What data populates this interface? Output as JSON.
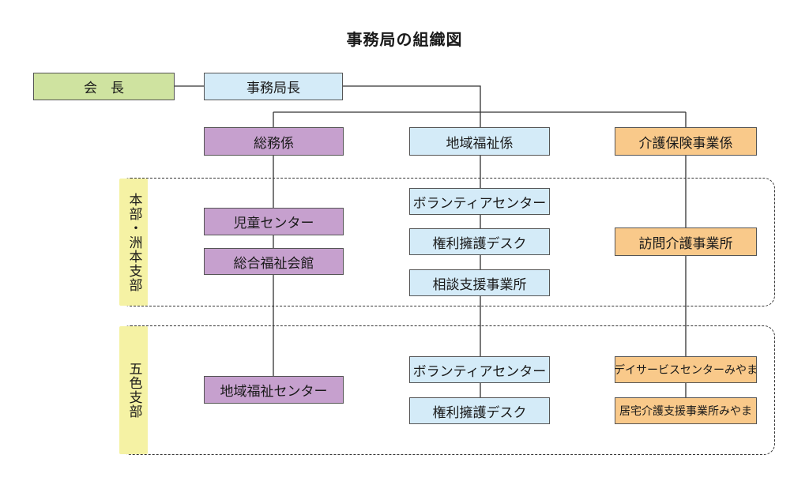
{
  "title": "事務局の組織図",
  "regions": {
    "honbu": "本部・洲本支部",
    "goshiki": "五色支部"
  },
  "nodes": {
    "chairman": "会　長",
    "secretary_general": "事務局長",
    "general_affairs": "総務係",
    "community_welfare": "地域福祉係",
    "care_insurance": "介護保険事業係",
    "children_center": "児童センター",
    "welfare_hall": "総合福祉会館",
    "volunteer_center_1": "ボランティアセンター",
    "rights_desk_1": "権利擁護デスク",
    "consultation_office": "相談支援事業所",
    "home_visit_care": "訪問介護事業所",
    "community_welfare_center": "地域福祉センター",
    "volunteer_center_2": "ボランティアセンター",
    "rights_desk_2": "権利擁護デスク",
    "day_service_miyama": "デイサービスセンターみやま",
    "home_care_support_miyama": "居宅介護支援事業所みやま"
  }
}
